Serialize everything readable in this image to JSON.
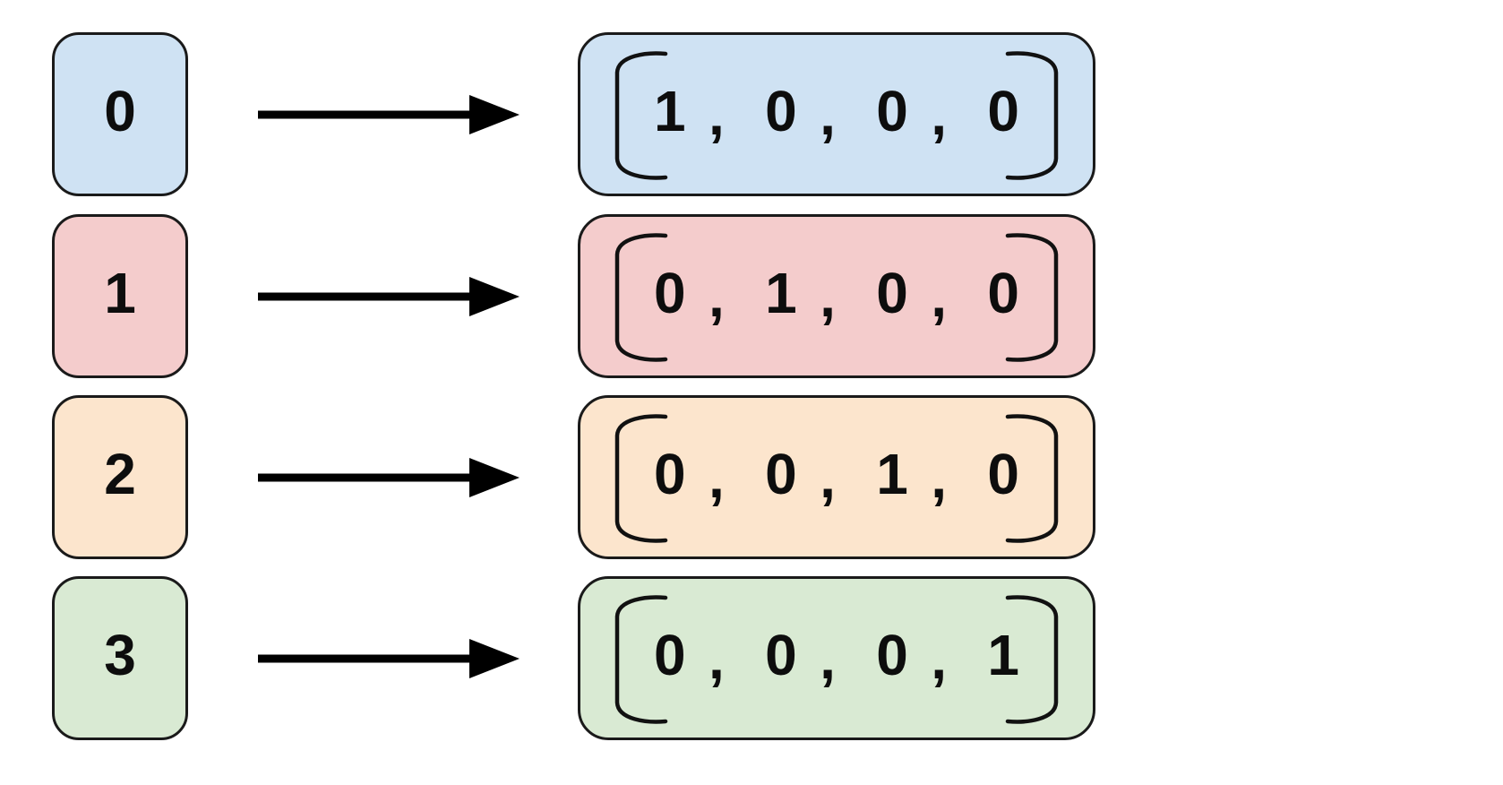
{
  "background": "#ffffff",
  "border_color": "#1a1a1a",
  "arrow_color": "#000000",
  "comma": ",",
  "rows": [
    {
      "label": "0",
      "fill": "#cfe2f3",
      "vector": [
        "1",
        "0",
        "0",
        "0"
      ]
    },
    {
      "label": "1",
      "fill": "#f4cccc",
      "vector": [
        "0",
        "1",
        "0",
        "0"
      ]
    },
    {
      "label": "2",
      "fill": "#fce5cd",
      "vector": [
        "0",
        "0",
        "1",
        "0"
      ]
    },
    {
      "label": "3",
      "fill": "#d9ead3",
      "vector": [
        "0",
        "0",
        "0",
        "1"
      ]
    }
  ]
}
